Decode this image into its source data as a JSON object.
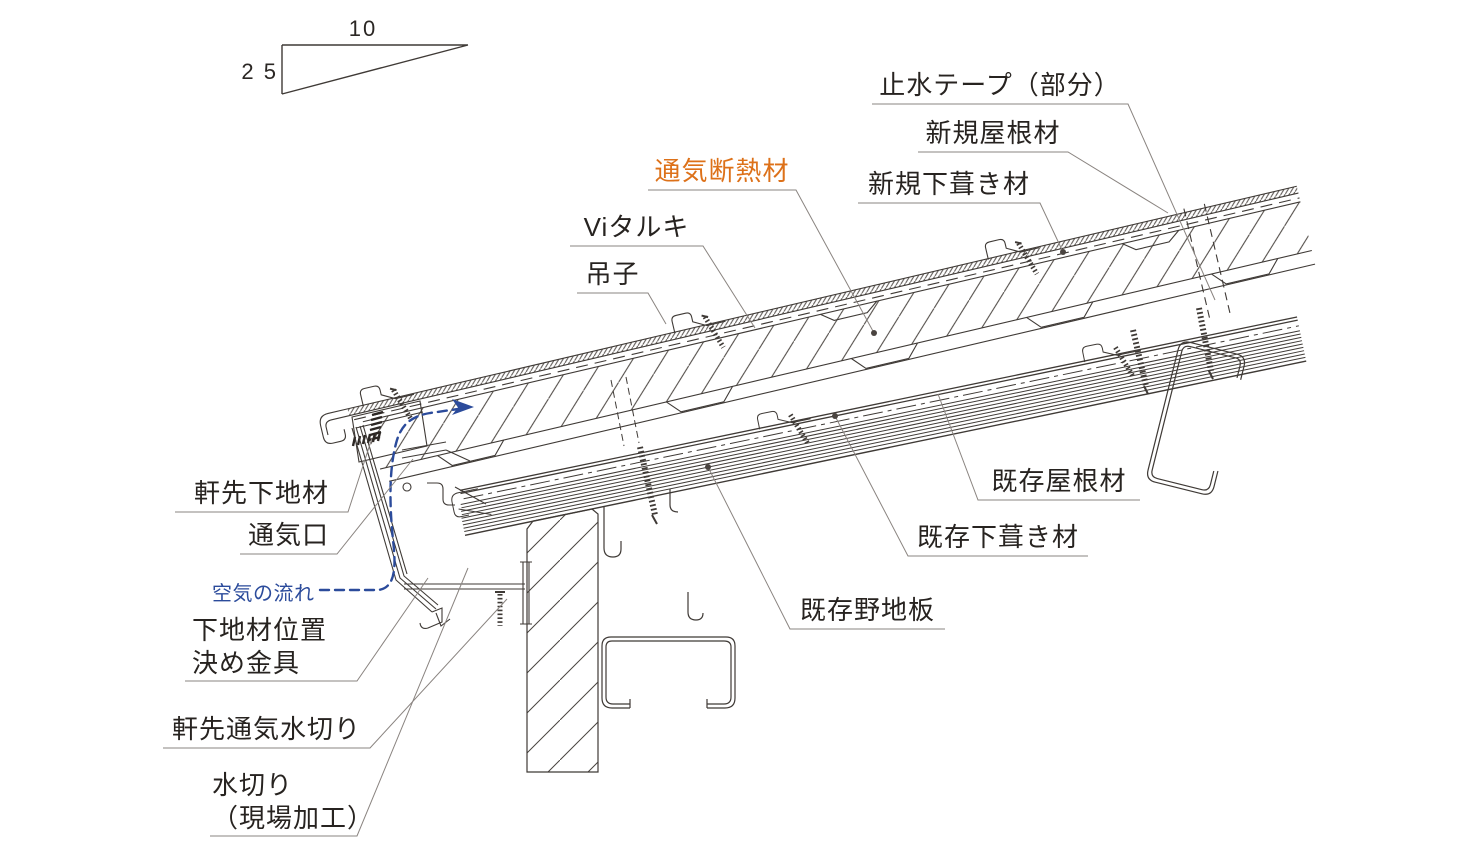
{
  "drawing_type": "roof-eaves-renovation-section-detail",
  "scale_triangle": {
    "run": "10",
    "rise": "2 5"
  },
  "labels": {
    "stop_water_tape": "止水テープ（部分）",
    "new_roof": "新規屋根材",
    "new_underlay": "新規下葺き材",
    "vent_insulation": "通気断熱材",
    "vi_taruki": "Viタルキ",
    "hanger_clip": "吊子",
    "eaves_base": "軒先下地材",
    "vent_opening": "通気口",
    "air_flow": "空気の流れ",
    "base_positioning_line1": "下地材位置",
    "base_positioning_line2": "決め金具",
    "eaves_vent_flashing": "軒先通気水切り",
    "flashing_line1": "水切り",
    "flashing_line2": "（現場加工）",
    "existing_roof": "既存屋根材",
    "existing_underlay": "既存下葺き材",
    "existing_deck": "既存野地板"
  },
  "colors": {
    "line": "#3f3a36",
    "leader": "#8a8480",
    "label_text": "#272320",
    "accent_orange": "#dd7119",
    "accent_blue": "#2b4b9b",
    "background": "#ffffff"
  }
}
